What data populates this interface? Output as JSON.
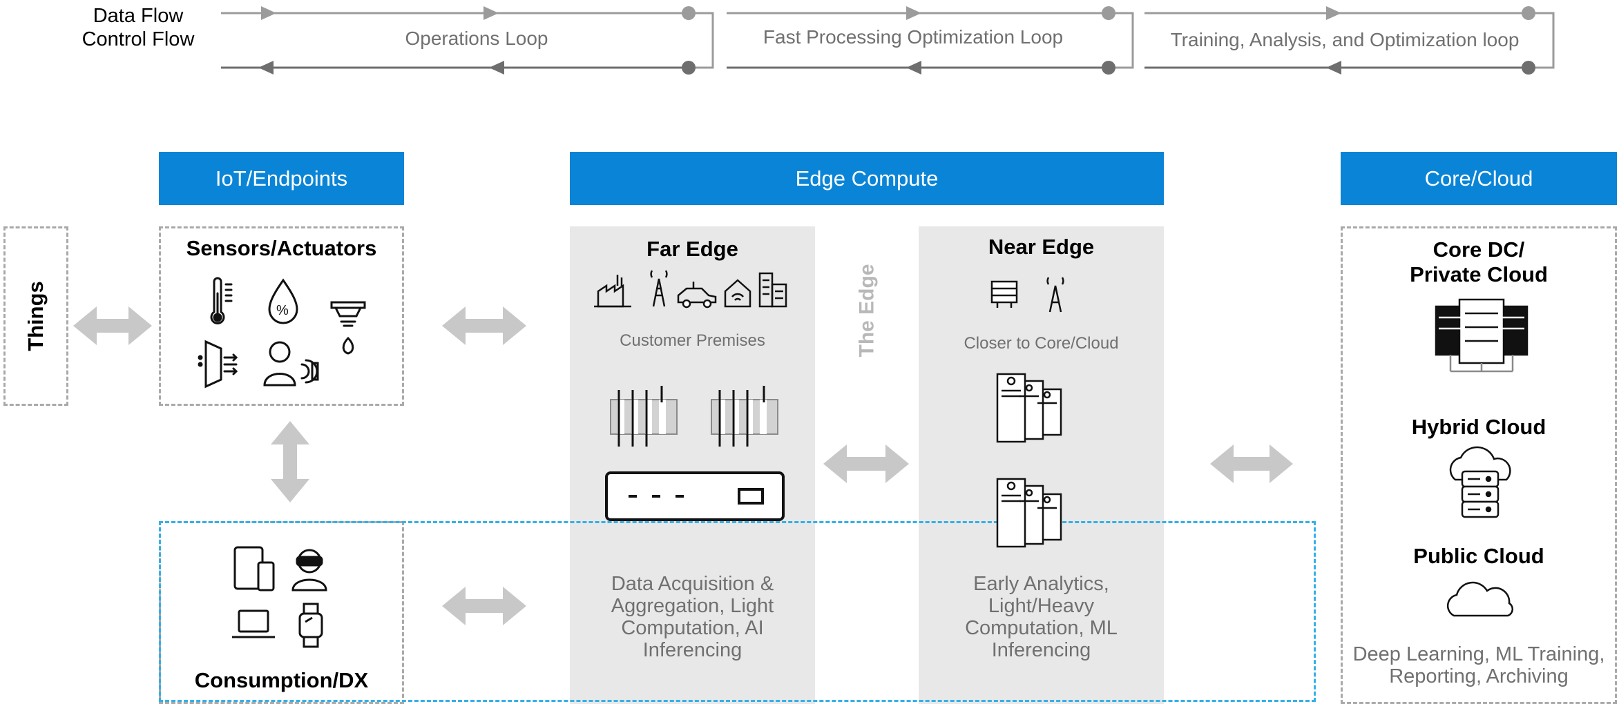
{
  "legend": {
    "data_flow": "Data Flow",
    "control_flow": "Control Flow"
  },
  "loops": [
    "Operations Loop",
    "Fast Processing Optimization Loop",
    "Training, Analysis, and Optimization loop"
  ],
  "headers": {
    "iot": "IoT/Endpoints",
    "edge": "Edge Compute",
    "core": "Core/Cloud"
  },
  "things": "Things",
  "sensors": {
    "title": "Sensors/Actuators",
    "icons": [
      "thermometer-icon",
      "humidity-icon",
      "smoke-detector-icon",
      "valve-actuator-icon",
      "person-proximity-icon"
    ]
  },
  "consumption": {
    "title": "Consumption/DX",
    "icons": [
      "tablet-phone-icon",
      "vr-headset-person-icon",
      "laptop-icon",
      "smartwatch-icon"
    ]
  },
  "far_edge": {
    "title": "Far Edge",
    "subtitle": "Customer Premises",
    "description": "Data Acquisition & Aggregation, Light Computation, AI Inferencing",
    "icons": [
      "factory-icon",
      "cell-tower-icon",
      "vehicle-icon",
      "smart-home-icon",
      "buildings-icon",
      "industrial-pc-icon",
      "edge-appliance-icon"
    ]
  },
  "the_edge": "The Edge",
  "near_edge": {
    "title": "Near Edge",
    "subtitle": "Closer to Core/Cloud",
    "description": "Early Analytics, Light/Heavy Computation, ML Inferencing",
    "icons": [
      "server-stack-icon",
      "cell-tower-icon",
      "server-towers-icon"
    ]
  },
  "core": {
    "private_title": "Core DC/\nPrivate Cloud",
    "hybrid_title": "Hybrid Cloud",
    "public_title": "Public Cloud",
    "description": "Deep Learning, ML Training, Reporting, Archiving",
    "icons": [
      "datacenter-servers-icon",
      "hybrid-cloud-server-icon",
      "cloud-icon"
    ]
  },
  "colors": {
    "header_blue": "#0a84d6",
    "panel_gray": "#e8e8e8",
    "arrow_gray": "#c8c8c8",
    "loop_line": "#9b9b9b",
    "highlight_dash": "#33b0e8"
  }
}
